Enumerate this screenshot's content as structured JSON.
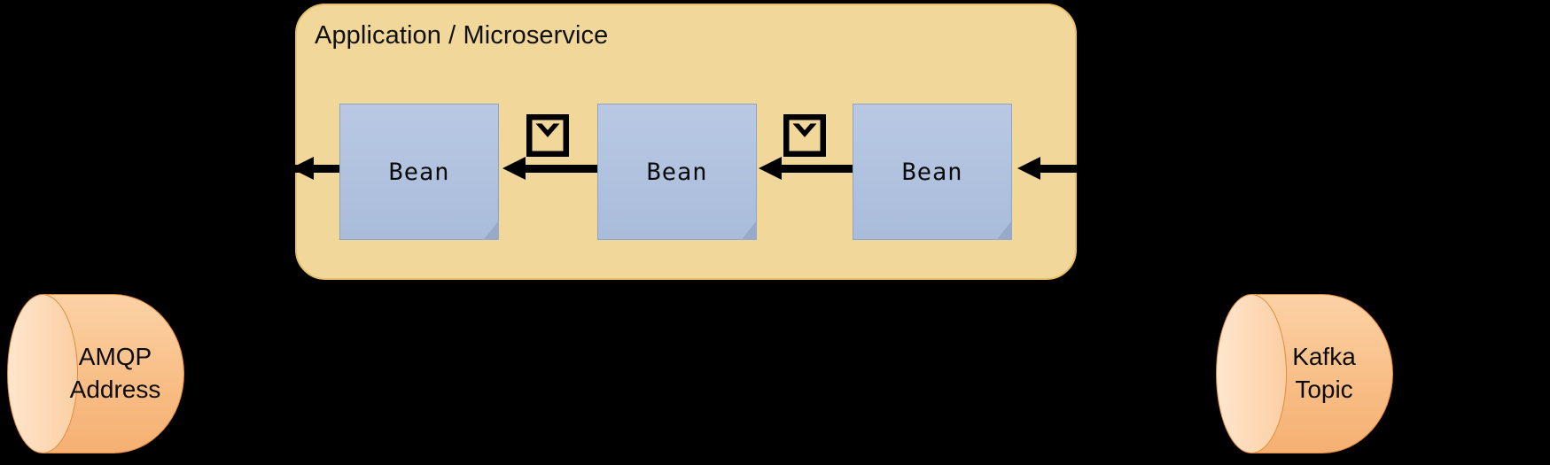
{
  "diagram": {
    "background_color": "#000000",
    "panel": {
      "title": "Application / Microservice",
      "fill_color": "#F2D79A",
      "border_color": "#E6C068"
    },
    "beans": [
      {
        "label": "Bean"
      },
      {
        "label": "Bean"
      },
      {
        "label": "Bean"
      }
    ],
    "bean_style": {
      "fill_color": "#B0C4DE",
      "border_color": "#8FA5C4"
    },
    "messages": [
      {
        "icon": "envelope-icon"
      },
      {
        "icon": "envelope-icon"
      }
    ],
    "arrows": [
      {
        "name": "inbound-to-bean-1",
        "direction": "left"
      },
      {
        "name": "bean-2-to-bean-1",
        "direction": "left"
      },
      {
        "name": "bean-3-to-bean-2",
        "direction": "left"
      },
      {
        "name": "kafka-to-bean-3",
        "direction": "left"
      }
    ],
    "endpoints": [
      {
        "name": "amqp-address",
        "line1": "AMQP",
        "line2": "Address",
        "fill_color": "#F8BE86",
        "border_color": "#E08A3C"
      },
      {
        "name": "kafka-topic",
        "line1": "Kafka",
        "line2": "Topic",
        "fill_color": "#F8BE86",
        "border_color": "#E08A3C"
      }
    ]
  }
}
